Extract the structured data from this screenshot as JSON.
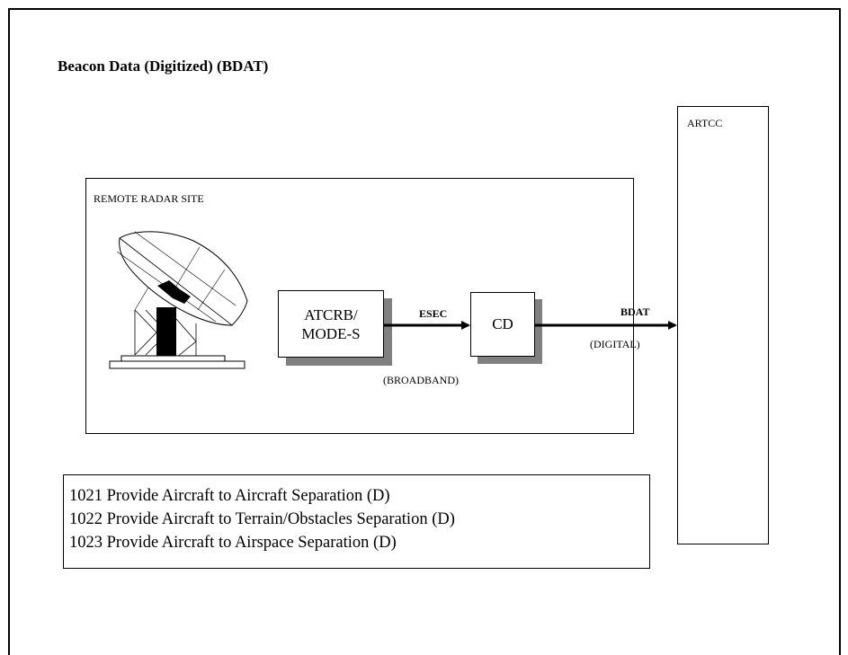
{
  "title": "Beacon Data (Digitized) (BDAT)",
  "remote_site": {
    "label": "REMOTE RADAR SITE"
  },
  "atcrb": {
    "line1": "ATCRB/",
    "line2": "MODE-S"
  },
  "cd": {
    "label": "CD"
  },
  "esec": {
    "label": "ESEC",
    "sublabel": "(BROADBAND)"
  },
  "bdat": {
    "label": "BDAT",
    "sublabel": "(DIGITAL)"
  },
  "artcc": {
    "label": "ARTCC"
  },
  "functions": [
    "1021 Provide Aircraft to Aircraft Separation (D)",
    "1022 Provide Aircraft to Terrain/Obstacles Separation (D)",
    "1023 Provide Aircraft to Airspace Separation (D)"
  ],
  "icons": {
    "radar": "radar-antenna-icon"
  }
}
